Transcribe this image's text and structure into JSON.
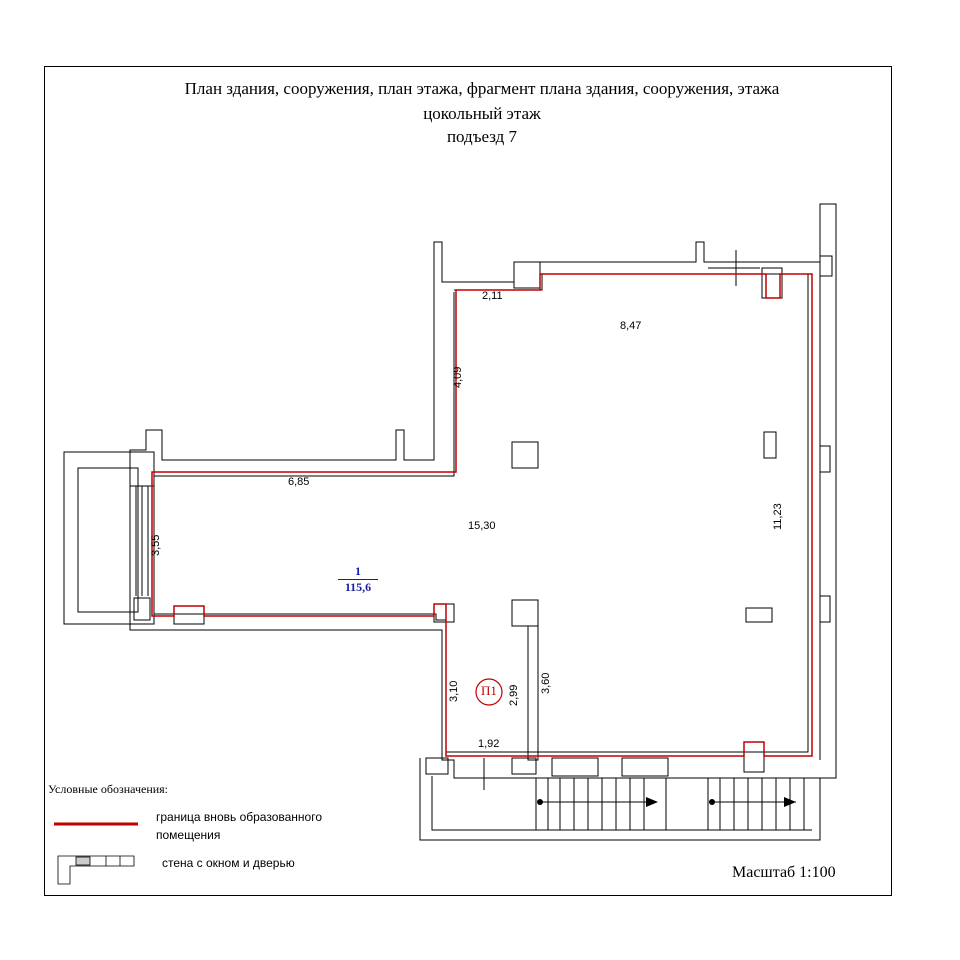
{
  "title": {
    "line1": "План здания, сооружения, план этажа, фрагмент плана здания, сооружения, этажа",
    "line2": "цокольный этаж",
    "line3": "подъезд 7"
  },
  "dimensions": {
    "top_left": "2,11",
    "top": "8,47",
    "left_vertical": "4,09",
    "middle_left": "6,85",
    "center": "15,30",
    "left_end": "3,55",
    "right": "11,23",
    "lower_left_vertical": "3,10",
    "lower_mid_vertical": "2,99",
    "lower_right_vertical": "3,60",
    "bottom_short": "1,92"
  },
  "room": {
    "number": "1",
    "area": "115,6",
    "label_color": "#1a1aa8"
  },
  "marker": {
    "label": "П1",
    "color": "#c00000"
  },
  "legend": {
    "heading": "Условные обозначения:",
    "boundary_line1": "граница вновь образованного",
    "boundary_line2": "помещения",
    "wall_label": "стена с окном и дверью"
  },
  "scale": "Масштаб 1:100",
  "colors": {
    "boundary": "#c00000",
    "walls": "#000000"
  }
}
